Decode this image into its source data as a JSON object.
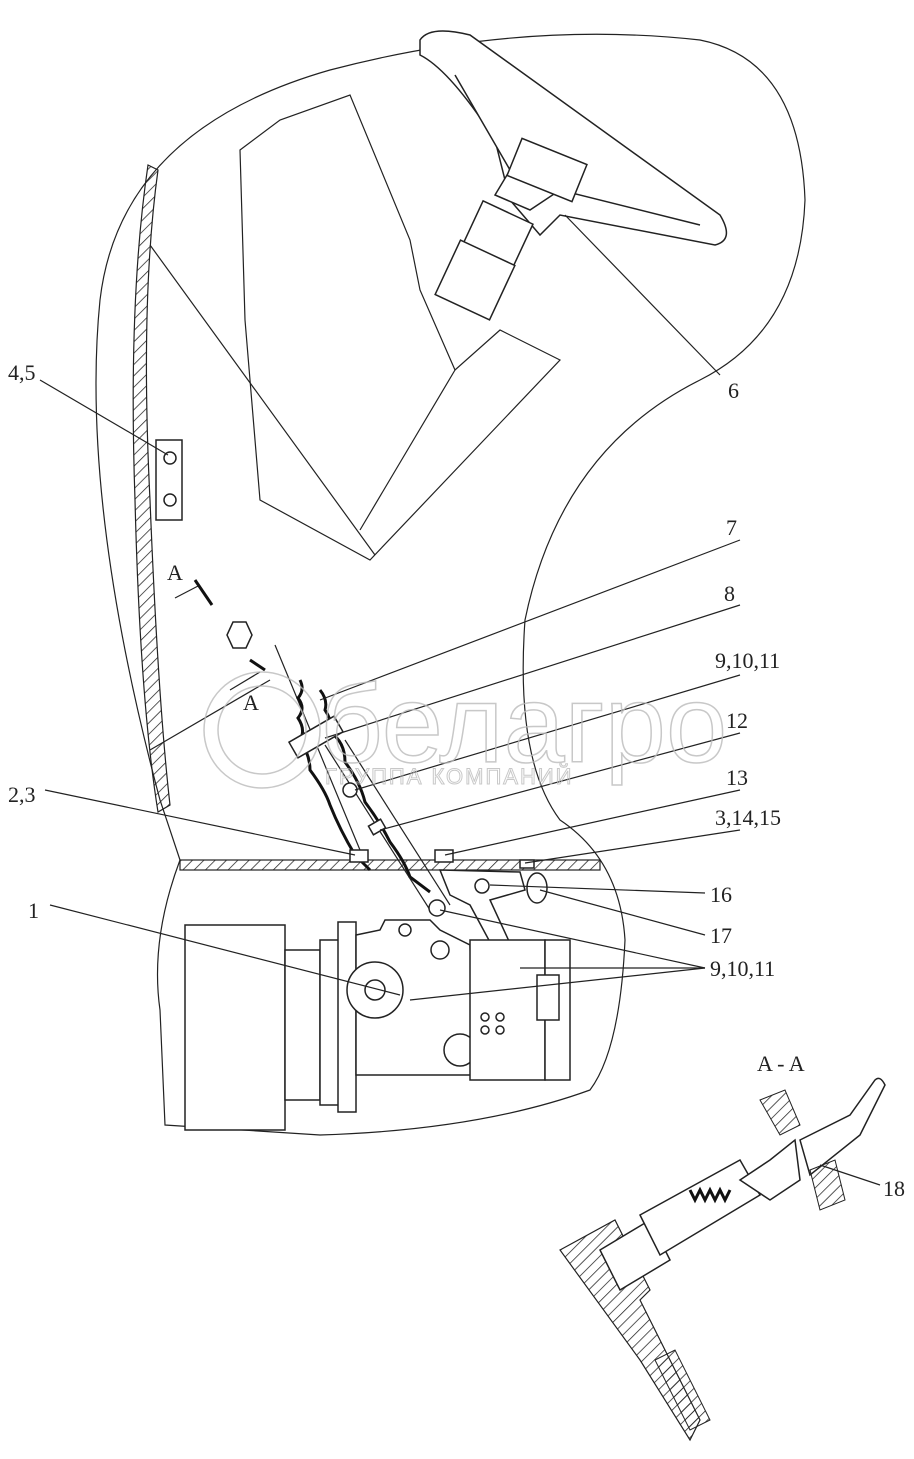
{
  "labels": {
    "l1": "1",
    "l23": "2,3",
    "l45": "4,5",
    "l6": "6",
    "l7": "7",
    "l8": "8",
    "l91011a": "9,10,11",
    "l12": "12",
    "l13": "13",
    "l31415": "3,14,15",
    "l16": "16",
    "l17": "17",
    "l91011b": "9,10,11",
    "l18": "18",
    "section_title": "A - A",
    "section_mark_1": "A",
    "section_mark_2": "A"
  },
  "watermark": {
    "brand": "белагро",
    "subtitle": "ГРУППА КОМПАНИЙ"
  }
}
